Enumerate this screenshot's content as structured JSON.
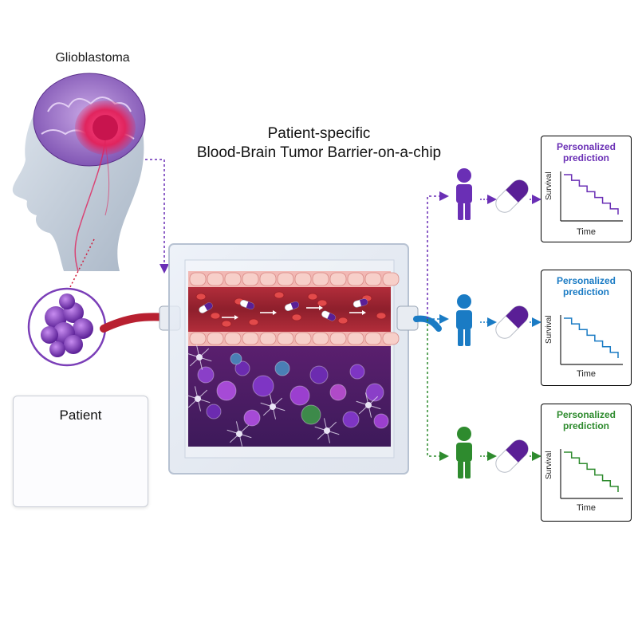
{
  "labels": {
    "glioblastoma": "Glioblastoma",
    "title_line1": "Patient-specific",
    "title_line2": "Blood-Brain Tumor Barrier-on-a-chip",
    "patient": "Patient"
  },
  "predictions": [
    {
      "title_line1": "Personalized",
      "title_line2": "prediction",
      "ylabel": "Survival",
      "xlabel": "Time",
      "color": "#6a2fb5"
    },
    {
      "title_line1": "Personalized",
      "title_line2": "prediction",
      "ylabel": "Survival",
      "xlabel": "Time",
      "color": "#1a7bc4"
    },
    {
      "title_line1": "Personalized",
      "title_line2": "prediction",
      "ylabel": "Survival",
      "xlabel": "Time",
      "color": "#2e8b2e"
    }
  ],
  "colors": {
    "purple": "#6a2fb5",
    "blue": "#1a7bc4",
    "teal": "#1f8a6e",
    "green": "#2e8b2e",
    "tumor_red": "#e0245e",
    "vessel_red": "#c43a3a"
  }
}
